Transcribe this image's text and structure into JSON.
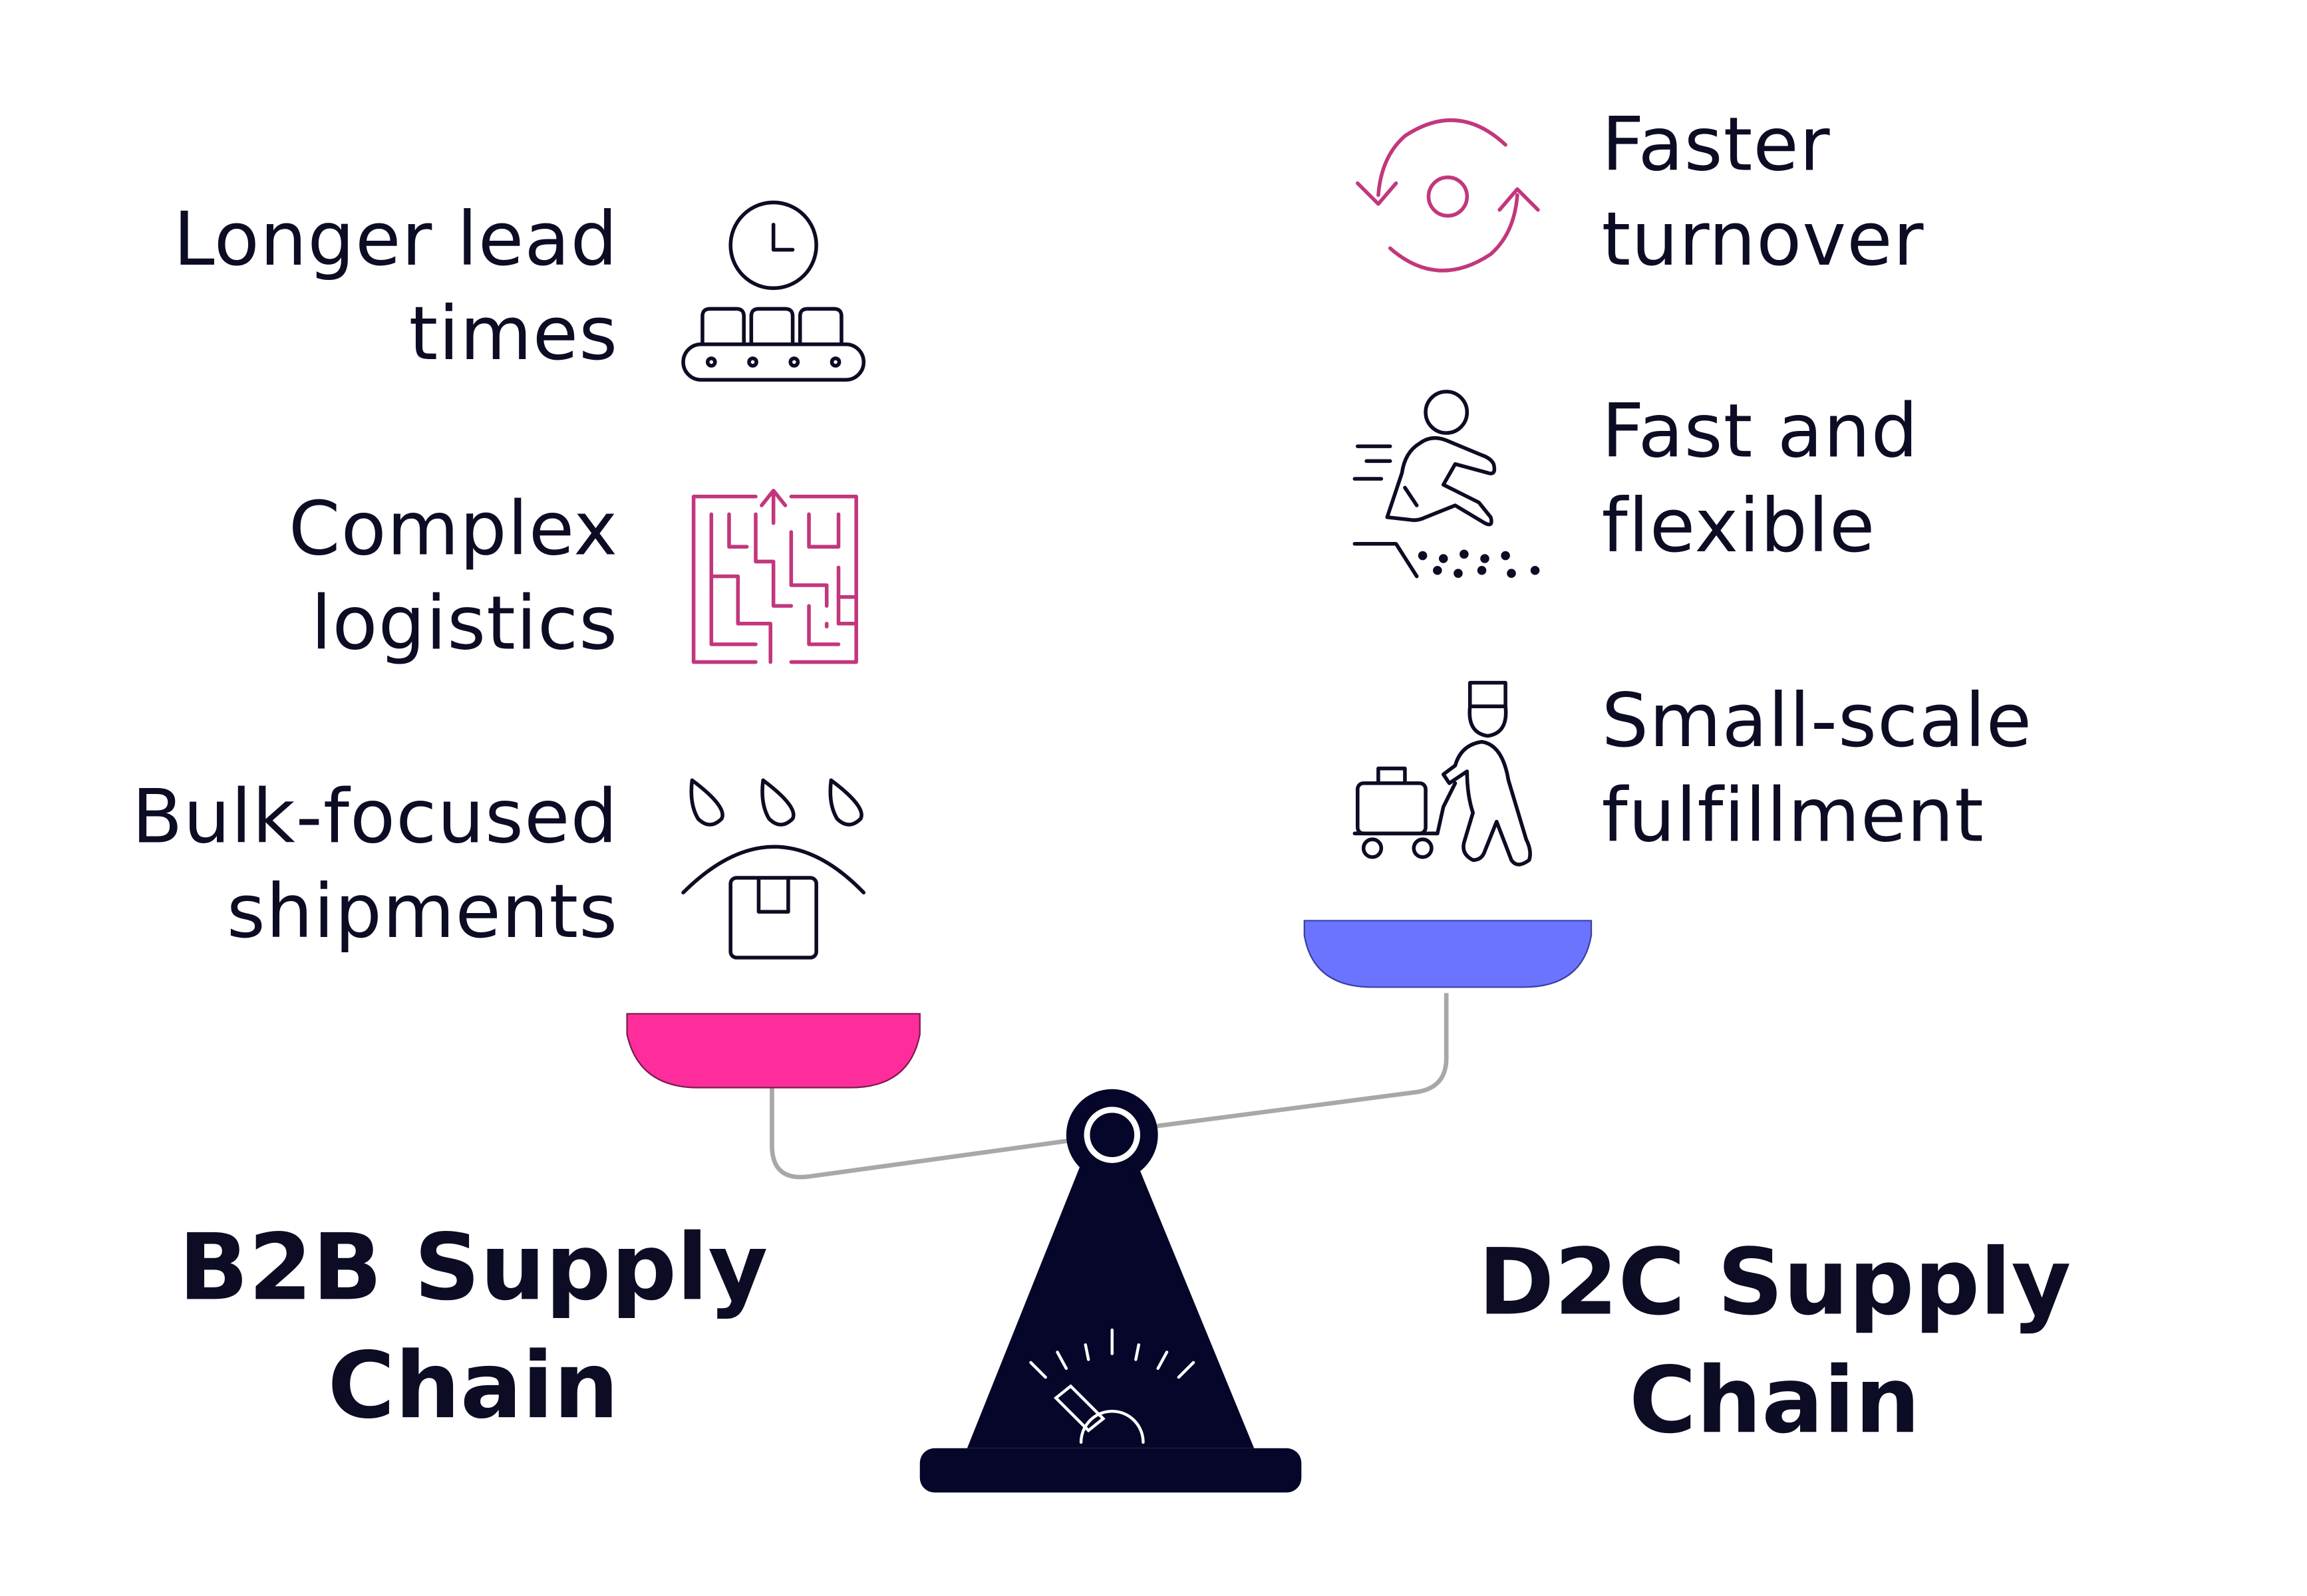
{
  "left": {
    "title": "B2B Supply\nChain",
    "items": [
      {
        "label": "Longer lead\ntimes",
        "icon": "conveyor-clock-icon"
      },
      {
        "label": "Complex\nlogistics",
        "icon": "maze-icon"
      },
      {
        "label": "Bulk-focused\nshipments",
        "icon": "bulk-package-icon"
      }
    ]
  },
  "right": {
    "title": "D2C Supply\nChain",
    "items": [
      {
        "label": "Faster\nturnover",
        "icon": "refresh-cycle-icon"
      },
      {
        "label": "Fast and\nflexible",
        "icon": "running-person-icon"
      },
      {
        "label": "Small-scale\nfulfillment",
        "icon": "delivery-person-cart-icon"
      }
    ]
  },
  "colors": {
    "text": "#0c0c24",
    "left_pan": "#ff2d9b",
    "right_pan": "#6b74ff",
    "icon_accent": "#c2377c",
    "fulcrum": "#06062a",
    "beam": "#a8a8a8"
  }
}
